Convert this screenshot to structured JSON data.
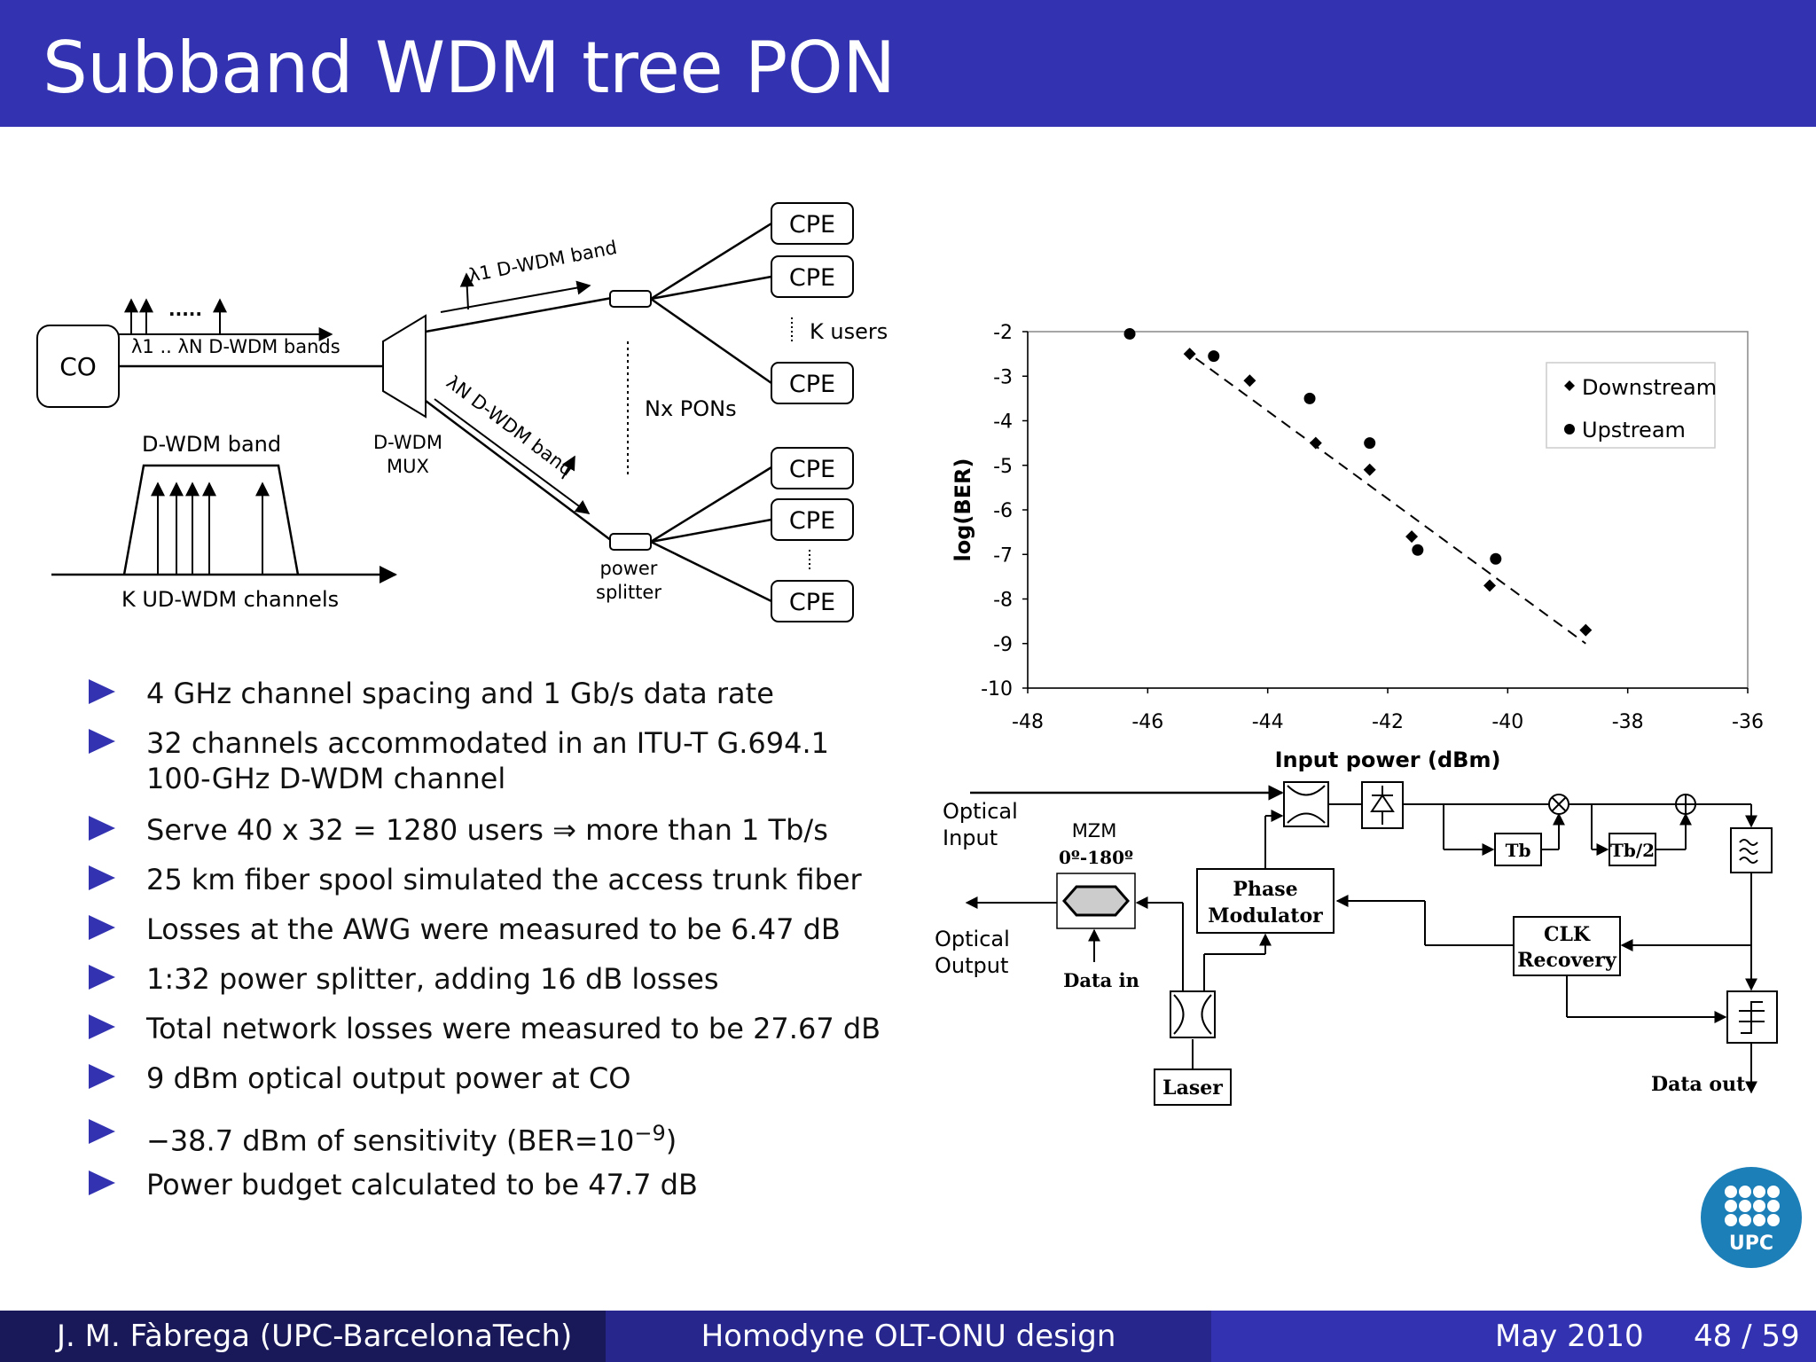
{
  "slide": {
    "title": "Subband WDM tree PON"
  },
  "footer": {
    "author": "J. M. Fàbrega  (UPC-BarcelonaTech)",
    "talk": "Homodyne OLT-ONU design",
    "date": "May 2010",
    "page": "48 / 59"
  },
  "network_diagram": {
    "co": "CO",
    "wdm_bands_label": "λ1 .. λN D-WDM bands",
    "dots": ".....",
    "dwdm_band_top": "λ1 D-WDM band",
    "dwdm_band_bottom": "λN D-WDM band",
    "mux_line1": "D-WDM",
    "mux_line2": "MUX",
    "nx_pons": "Nx PONs",
    "k_users": "K users",
    "splitter_line1": "power",
    "splitter_line2": "splitter",
    "cpe": [
      "CPE",
      "CPE",
      "CPE",
      "CPE",
      "CPE",
      "CPE"
    ],
    "band_title": "D-WDM band",
    "band_caption": "K UD-WDM channels"
  },
  "bullets": [
    "4 GHz channel spacing and 1 Gb/s data rate",
    "32 channels accommodated in an ITU-T G.694.1",
    "100-GHz D-WDM channel",
    "Serve 40 x 32 = 1280 users ⇒ more than 1 Tb/s",
    "25 km fiber spool simulated the access trunk fiber",
    "Losses at the AWG were measured to be 6.47 dB",
    "1:32 power splitter, adding 16 dB losses",
    "Total network losses were measured to be 27.67 dB",
    "9 dBm optical output power at CO",
    "−38.7 dBm of sensitivity (BER=10",
    "−9",
    ")",
    "Power budget calculated to be 47.7 dB"
  ],
  "chart_data": {
    "type": "scatter",
    "xlabel": "Input power (dBm)",
    "ylabel": "log(BER)",
    "xlim": [
      -48,
      -36
    ],
    "ylim": [
      -10,
      -2
    ],
    "x_ticks": [
      -48,
      -46,
      -44,
      -42,
      -40,
      -38,
      -36
    ],
    "y_ticks": [
      -2,
      -3,
      -4,
      -5,
      -6,
      -7,
      -8,
      -9,
      -10
    ],
    "grid": false,
    "legend_position": "top-right",
    "series": [
      {
        "name": "Downstream",
        "marker": "diamond",
        "points": [
          {
            "x": -45.3,
            "y": -2.5
          },
          {
            "x": -44.3,
            "y": -3.1
          },
          {
            "x": -43.2,
            "y": -4.5
          },
          {
            "x": -42.3,
            "y": -5.1
          },
          {
            "x": -41.6,
            "y": -6.6
          },
          {
            "x": -40.3,
            "y": -7.7
          },
          {
            "x": -38.7,
            "y": -8.7
          }
        ]
      },
      {
        "name": "Upstream",
        "marker": "circle",
        "points": [
          {
            "x": -46.3,
            "y": -2.05
          },
          {
            "x": -44.9,
            "y": -2.55
          },
          {
            "x": -43.3,
            "y": -3.5
          },
          {
            "x": -42.3,
            "y": -4.5
          },
          {
            "x": -41.5,
            "y": -6.9
          },
          {
            "x": -40.2,
            "y": -7.1
          }
        ]
      }
    ],
    "trendline": {
      "x": [
        -45.2,
        -38.7
      ],
      "y": [
        -2.6,
        -9.0
      ],
      "style": "dashed"
    }
  },
  "block_diagram": {
    "optical_input_1": "Optical",
    "optical_input_2": "Input",
    "optical_output_1": "Optical",
    "optical_output_2": "Output",
    "mzm": "MZM",
    "mzm_phase": "0º-180º",
    "data_in": "Data in",
    "phase_mod_1": "Phase",
    "phase_mod_2": "Modulator",
    "laser": "Laser",
    "tb": "Tb",
    "tb2": "Tb/2",
    "clk_1": "CLK",
    "clk_2": "Recovery",
    "data_out": "Data out"
  },
  "logo": {
    "text": "UPC",
    "color": "#1d7fb8"
  }
}
